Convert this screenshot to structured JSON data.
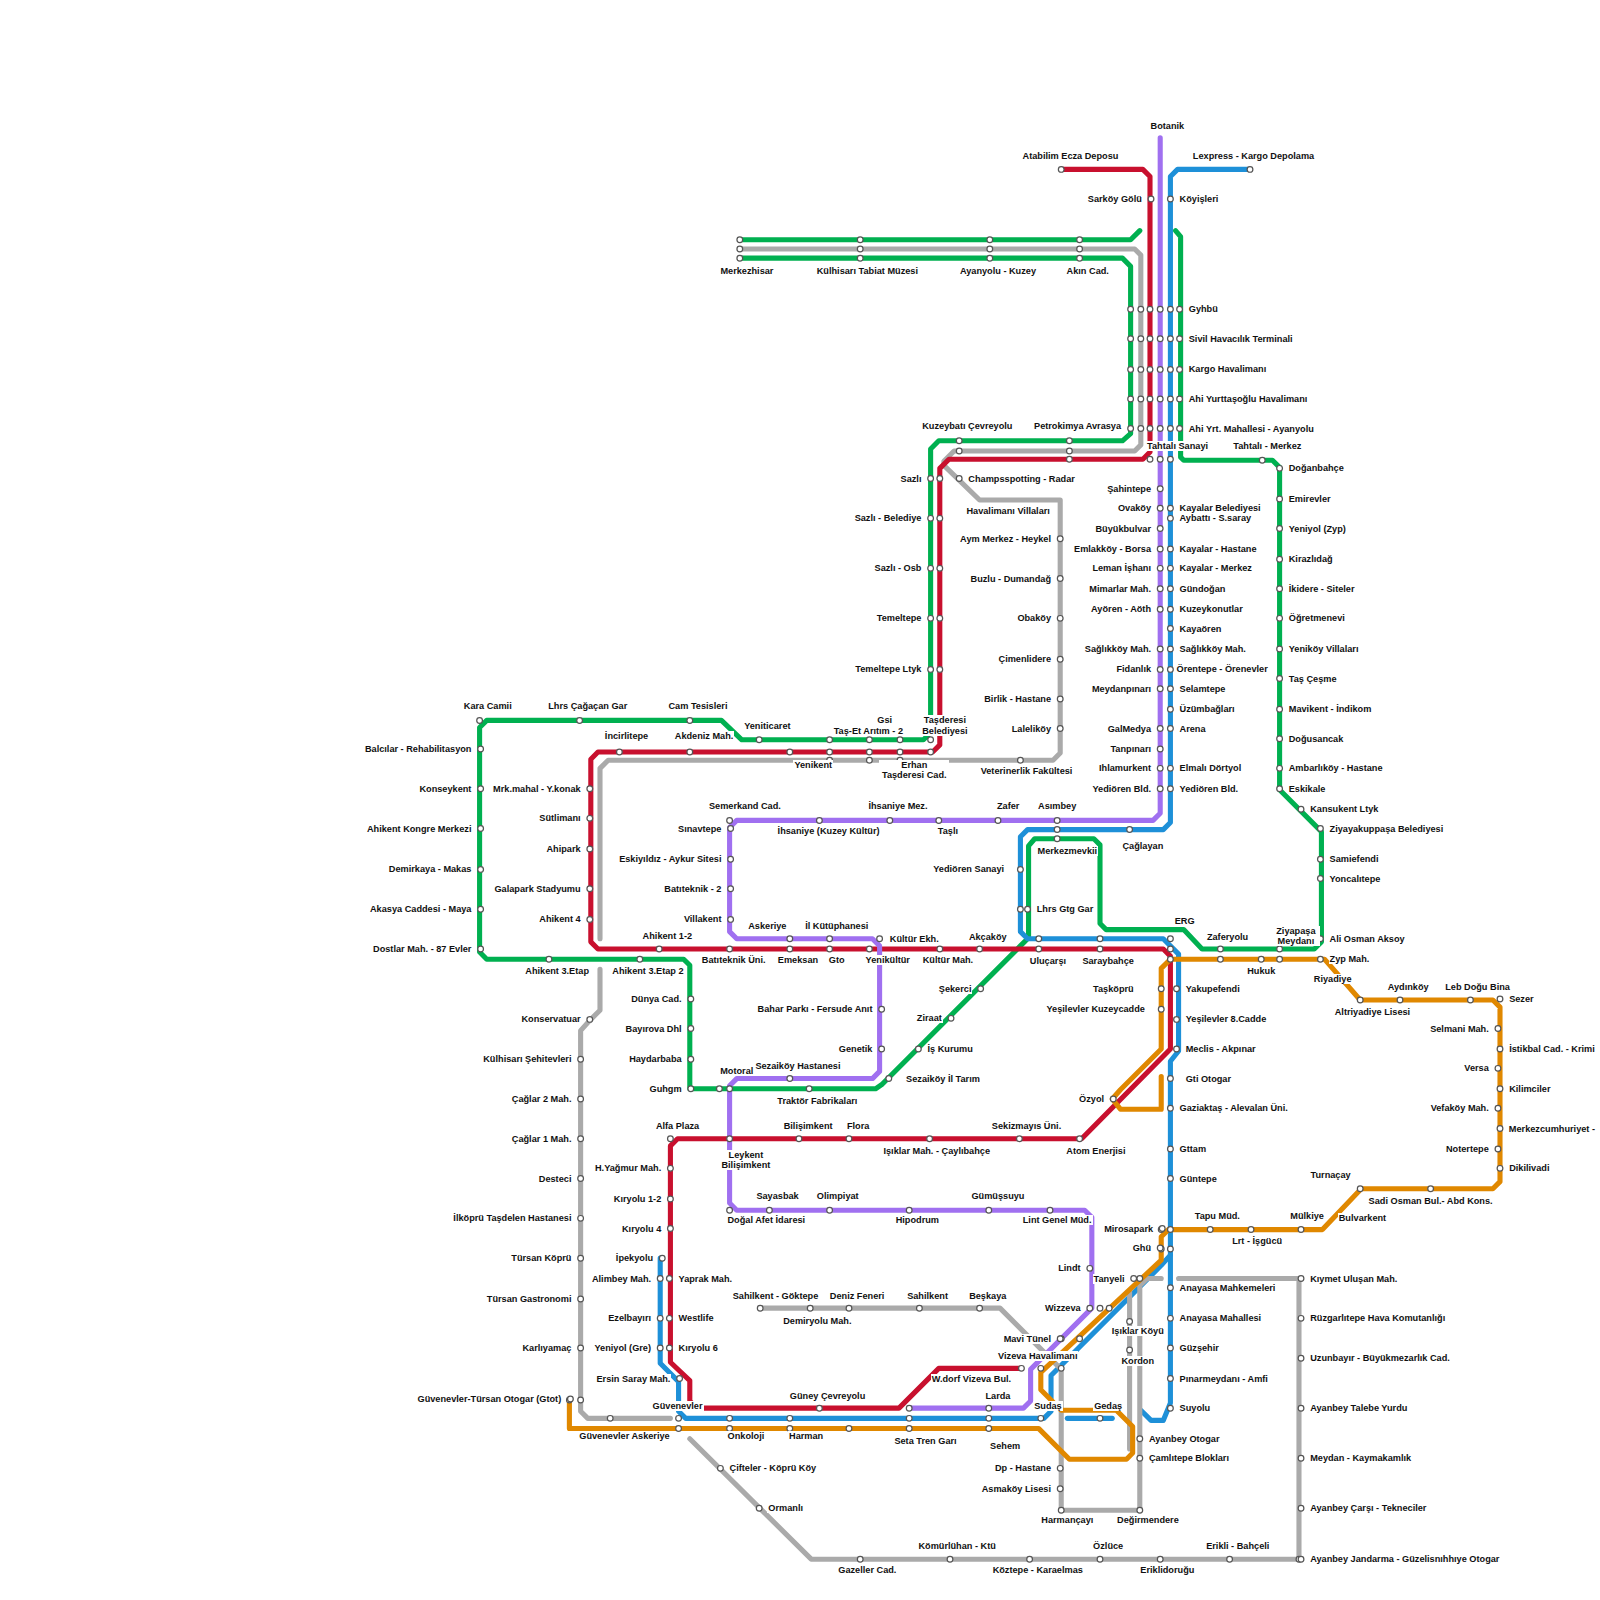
{
  "diagram": {
    "labels": [
      "Botanik",
      "Atabilim Ecza Deposu",
      "Lexpress - Kargo Depolama",
      "Sarköy Gölü",
      "Köyişleri",
      "Merkezhisar",
      "Külhisarı Tabiat Müzesi",
      "Ayanyolu - Kuzey",
      "Akın Cad.",
      "Gyhbü",
      "Sivil Havacılık Terminali",
      "Kargo Havalimanı",
      "Ahi Yurttaşoğlu Havalimanı",
      "Ahi Yrt. Mahallesi - Ayanyolu",
      "Kuzeybatı Çevreyolu",
      "Petrokimya Avrasya",
      "Tahtalı Sanayi",
      "Tahtalı - Merkez",
      "Doğanbahçe",
      "Sazlı",
      "Champsspotting - Radar",
      "Şahintepe",
      "Emirevler",
      "Ovaköy",
      "Kayalar Belediyesi",
      "Havalimanı Villaları",
      "Aybattı - S.saray",
      "Sazlı - Belediye",
      "Büyükbulvar",
      "Yeniyol (Zyp)",
      "Aym Merkez - Heykel",
      "Emlakköy - Borsa",
      "Kayalar - Hastane",
      "Kirazlıdağ",
      "Sazlı - Osb",
      "Leman İşhanı",
      "Kayalar - Merkez",
      "Buzlu - Dumandağ",
      "Mimarlar Mah.",
      "Gündoğan",
      "İkidere - Siteler",
      "Ayören - Aöth",
      "Kuzeykonutlar",
      "Temeltepe",
      "Obaköy",
      "Öğretmenevi",
      "Kayaören",
      "Sağlıkköy Mah.",
      "Sağlıkköy Mah.",
      "Yeniköy Villaları",
      "Çimenlidere",
      "Fidanlık",
      "Örentepe - Örenevler",
      "Temeltepe Ltyk",
      "Meydanpınarı",
      "Selamtepe",
      "Taş Çeşme",
      "Birlik - Hastane",
      "Kara Camii",
      "Lhrs Çağaçan Gar",
      "Cam Tesisleri",
      "Üzümbağları",
      "Mavikent - İndikom",
      "Gsi",
      "Taşderesi Belediyesi",
      "Yeniticaret",
      "Taş-Et Arıtım - 2",
      "Laleliköy",
      "GalMedya",
      "Arena",
      "İncirlitepe",
      "Akdeniz Mah.",
      "Doğusancak",
      "Tanpınarı",
      "Balcılar - Rehabilitasyon",
      "Yenikent",
      "Erhan Taşderesi Cad.",
      "Veterinerlik Fakültesi",
      "Ihlamurkent",
      "Elmalı Dörtyol",
      "Ambarlıköy - Hastane",
      "Mrk.mahal - Y.konak",
      "Konseykent",
      "Yediören Bld.",
      "Yediören Bld.",
      "Eskikale",
      "Semerkand Cad.",
      "İhsaniye Mez.",
      "Zafer",
      "Asımbey",
      "Kansukent Ltyk",
      "Sütlimanı",
      "Sınavtepe",
      "Ahikent Kongre Merkezi",
      "Ziyayakuppaşa Belediyesi",
      "İhsaniye (Kuzey Kültür)",
      "Taşlı",
      "Çağlayan",
      "Merkezmevkii",
      "Ahipark",
      "Eskiyıldız - Aykur Sitesi",
      "Samiefendi",
      "Demirkaya - Makas",
      "Yediören Sanayi",
      "Yoncalıtepe",
      "Galapark Stadyumu",
      "Batıteknik - 2",
      "Akasya Caddesi - Maya",
      "Lhrs Gtg Gar",
      "Ahikent 4",
      "Villakent",
      "ERG",
      "Askeriye",
      "İl Kütüphanesi",
      "Ahikent 1-2",
      "Kültür Ekh.",
      "Akçaköy",
      "Zaferyolu",
      "Ziyapaşa Meydanı",
      "Ali Osman Aksoy",
      "Dostlar Mah. - 87 Evler",
      "Batıteknik Üni.",
      "Emeksan",
      "Gto",
      "Yenikültür",
      "Kültür Mah.",
      "Uluçarşı",
      "Saraybahçe",
      "Zyp Mah.",
      "Ahikent 3.Etap",
      "Ahikent 3.Etap 2",
      "Hukuk",
      "Riyadiye",
      "Taşköprü",
      "Yakupefendi",
      "Şekerci",
      "Aydınköy",
      "Leb Doğu Bina",
      "Sezer",
      "Dünya Cad.",
      "Bahar Parkı - Fersude Anıt",
      "Altriyadiye Lisesi",
      "Yeşilevler Kuzeycadde",
      "Yeşilevler 8.Cadde",
      "Konservatuar",
      "Selmani Mah.",
      "Bayırova Dhl",
      "Ziraat",
      "İstikbal Cad. - Krimi",
      "Genetik",
      "İş Kurumu",
      "Meclis - Akpınar",
      "Haydarbaba",
      "Külhisarı Şehitevleri",
      "Versa",
      "Motoral",
      "Sezaiköy Hastanesi",
      "Sezaiköy İl Tarım",
      "Gti Otogar",
      "Guhgm",
      "Kilimciler",
      "Özyol",
      "Çağlar 2 Mah.",
      "Traktör Fabrikaları",
      "Gaziaktaş - Alevalan Üni.",
      "Vefaköy Mah.",
      "Alfa Plaza",
      "Bilişimkent",
      "Flora",
      "Sekizmayıs Üni.",
      "Merkezcumhuriyet -",
      "Çağlar 1 Mah.",
      "Işıklar Mah. - Çaylıbahçe",
      "Atom Enerjisi",
      "Gttam",
      "Notertepe",
      "Leykent Bilişimkent",
      "H.Yağmur Mah.",
      "Dikilivadi",
      "Desteci",
      "Güntepe",
      "Turnaçay",
      "Sayasbak",
      "Olimpiyat",
      "Gümüşsuyu",
      "Kıryolu 1-2",
      "Sadi Osman Bul.- Abd Kons.",
      "Tapu Müd.",
      "Mülkiye",
      "İlköprü Taşdelen Hastanesi",
      "Bulvarkent",
      "Doğal Afet İdaresi",
      "Hipodrum",
      "Lint Genel Müd.",
      "Kıryolu 4",
      "Mirosapark",
      "Lrt - İşgücü",
      "Ghü",
      "İpekyolu",
      "Türsan Köprü",
      "Lindt",
      "Tanyeli",
      "Alimbey Mah.",
      "Yaprak Mah.",
      "Kıymet Uluşan Mah.",
      "Anayasa Mahkemeleri",
      "Sahilkent - Göktepe",
      "Deniz Feneri",
      "Sahilkent",
      "Beşkaya",
      "Türsan Gastronomi",
      "Wizzeva",
      "Demiryolu Mah.",
      "Ezelbayırı",
      "Westlife",
      "Anayasa Mahallesi",
      "Rüzgarlıtepe Hava Komutanlığı",
      "Işıklar Köyü",
      "Mavi Tünel",
      "Yeniyol (Gre)",
      "Kıryolu 6",
      "Karlıyamaç",
      "Güzşehir",
      "Vizeva Havalimanı",
      "Uzunbayır - Büyükmezarlık Cad.",
      "Kordon",
      "Ersin Saray Mah.",
      "W.dorf Vizeva Bul.",
      "Pınarmeydanı - Amfi",
      "Güney Çevreyolu",
      "Larda",
      "Güvenevler-Türsan Otogar (Gtot)",
      "Güvenevler",
      "Sudaş",
      "Gedaş",
      "Suyolu",
      "Ayanbey Talebe Yurdu",
      "Güvenevler Askeriye",
      "Onkoloji",
      "Harman",
      "Seta Tren Garı",
      "Sehem",
      "Ayanbey Otogar",
      "Çamlıtepe Blokları",
      "Meydan - Kaymakamlık",
      "Çifteler - Köprü Köy",
      "Dp - Hastane",
      "Asmaköy Lisesi",
      "Ormanlı",
      "Ayanbey Çarşı - Tekneciler",
      "Harmançayı",
      "Değirmendere",
      "Kömürlühan - Ktü",
      "Özlüce",
      "Erikli - Bahçeli",
      "Gazeller Cad.",
      "Köztepe - Karaelmas",
      "Eriklidoruğu",
      "Ayanbey Jandarma - Güzelisnıhhıye Otogar"
    ]
  }
}
